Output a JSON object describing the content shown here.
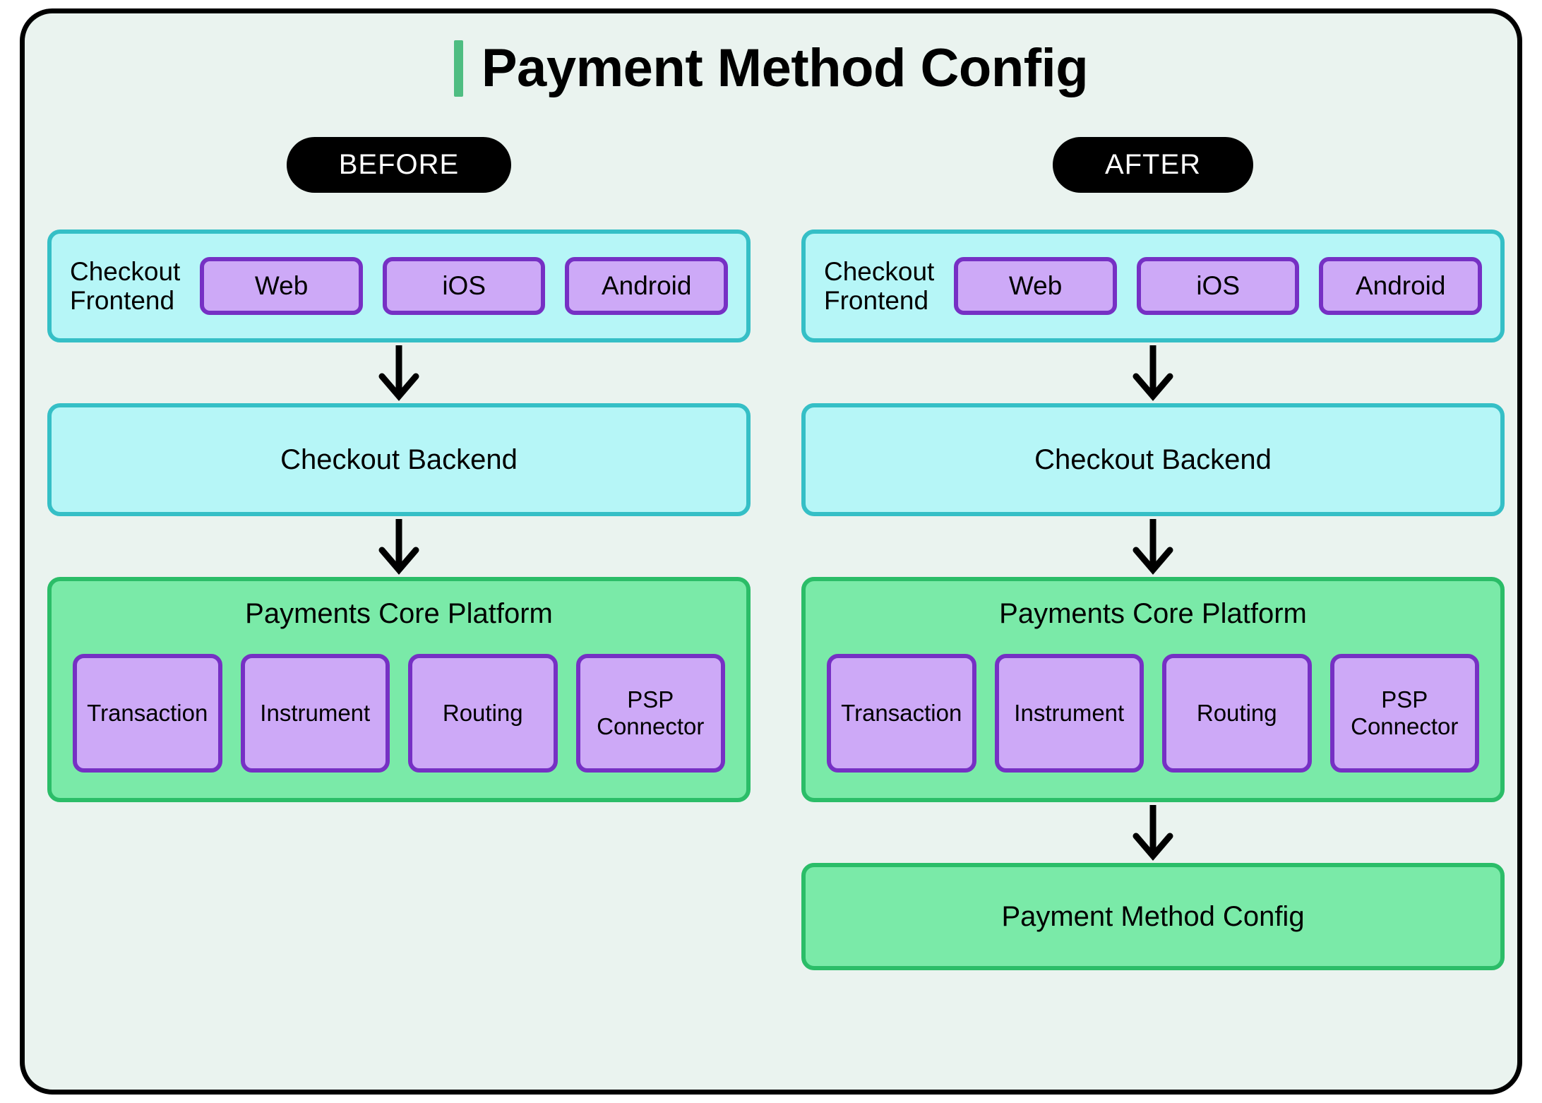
{
  "diagram": {
    "title": "Payment Method Config",
    "accent_color": "#4fbd82",
    "background_color": "#eaf3ef",
    "frame_border_color": "#000000"
  },
  "palette": {
    "cyan_fill": "#b6f6f7",
    "cyan_border": "#35bfc6",
    "green_fill": "#7aeaa8",
    "green_border": "#2bbd68",
    "purple_fill": "#cda9f7",
    "purple_border": "#7630c4",
    "pill_background": "#000000",
    "pill_text": "#ffffff",
    "arrow_color": "#000000"
  },
  "columns": [
    {
      "pill_label": "BEFORE",
      "frontend": {
        "label": "Checkout\nFrontend",
        "chips": [
          "Web",
          "iOS",
          "Android"
        ]
      },
      "backend": {
        "label": "Checkout Backend"
      },
      "core": {
        "title": "Payments Core Platform",
        "cards": [
          "Transaction",
          "Instrument",
          "Routing",
          "PSP\nConnector"
        ]
      },
      "config": null
    },
    {
      "pill_label": "AFTER",
      "frontend": {
        "label": "Checkout\nFrontend",
        "chips": [
          "Web",
          "iOS",
          "Android"
        ]
      },
      "backend": {
        "label": "Checkout Backend"
      },
      "core": {
        "title": "Payments Core Platform",
        "cards": [
          "Transaction",
          "Instrument",
          "Routing",
          "PSP\nConnector"
        ]
      },
      "config": {
        "label": "Payment Method Config"
      }
    }
  ]
}
